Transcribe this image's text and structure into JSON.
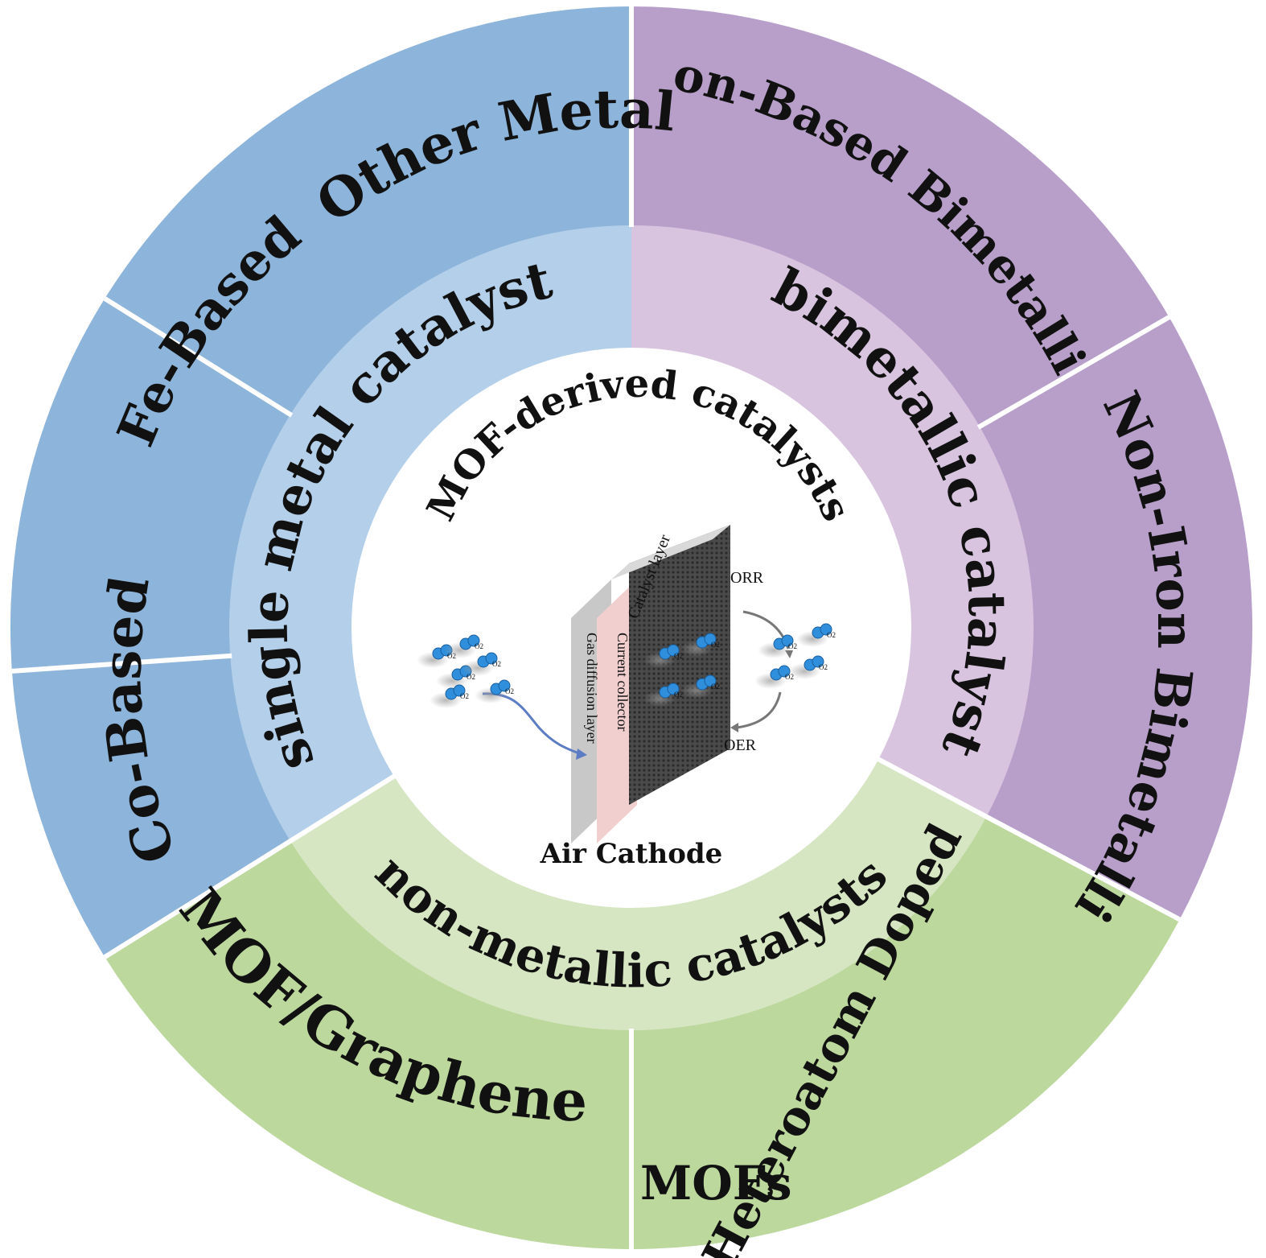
{
  "center": {
    "title": "MOF-derived catalysts",
    "caption": "Air Cathode",
    "layer_labels": {
      "catalyst_layer": "Catalyst layer",
      "current_collector": "Current collector",
      "gas_diffusion_layer": "Gas diffusion layer"
    },
    "reactions": {
      "top": "ORR",
      "bottom": "OER"
    },
    "molecule_label": "O2"
  },
  "categories": [
    {
      "key": "single",
      "label": "single metal catalyst",
      "inner_color": "#b3cfe9",
      "outer_color": "#8db4da"
    },
    {
      "key": "bimetallic",
      "label": "bimetallic catalyst",
      "inner_color": "#d8c4df",
      "outer_color": "#b79fca"
    },
    {
      "key": "nonmetal",
      "label": "non-metallic catalysts",
      "inner_color": "#d6e6c2",
      "outer_color": "#bcd89d"
    }
  ],
  "subcategories": {
    "other_metal": "Other Metal",
    "fe_based": "Fe-Based",
    "co_based": "Co-Based",
    "iron_based_bimetallic": "Iron-Based Bimetallic",
    "non_iron_bimetallic": "Non-Iron Bimetallic",
    "mof_graphene": "MOF/Graphene",
    "heteroatom_line1": "Heteroatom Doped",
    "heteroatom_line2": "MOFs"
  }
}
